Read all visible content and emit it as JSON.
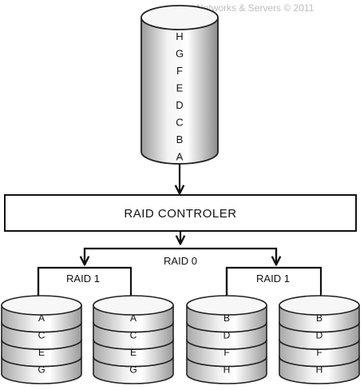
{
  "watermark": "Networks & Servers © 2011",
  "source_volume": {
    "blocks": [
      "H",
      "G",
      "F",
      "E",
      "D",
      "C",
      "B",
      "A"
    ]
  },
  "controller": {
    "label": "RAID CONTROLER"
  },
  "labels": {
    "raid0": "RAID 0",
    "raid1_left": "RAID 1",
    "raid1_right": "RAID 1"
  },
  "disks": [
    {
      "blocks": [
        "A",
        "C",
        "E",
        "G"
      ]
    },
    {
      "blocks": [
        "A",
        "C",
        "E",
        "G"
      ]
    },
    {
      "blocks": [
        "B",
        "D",
        "F",
        "H"
      ]
    },
    {
      "blocks": [
        "B",
        "D",
        "F",
        "H"
      ]
    }
  ]
}
